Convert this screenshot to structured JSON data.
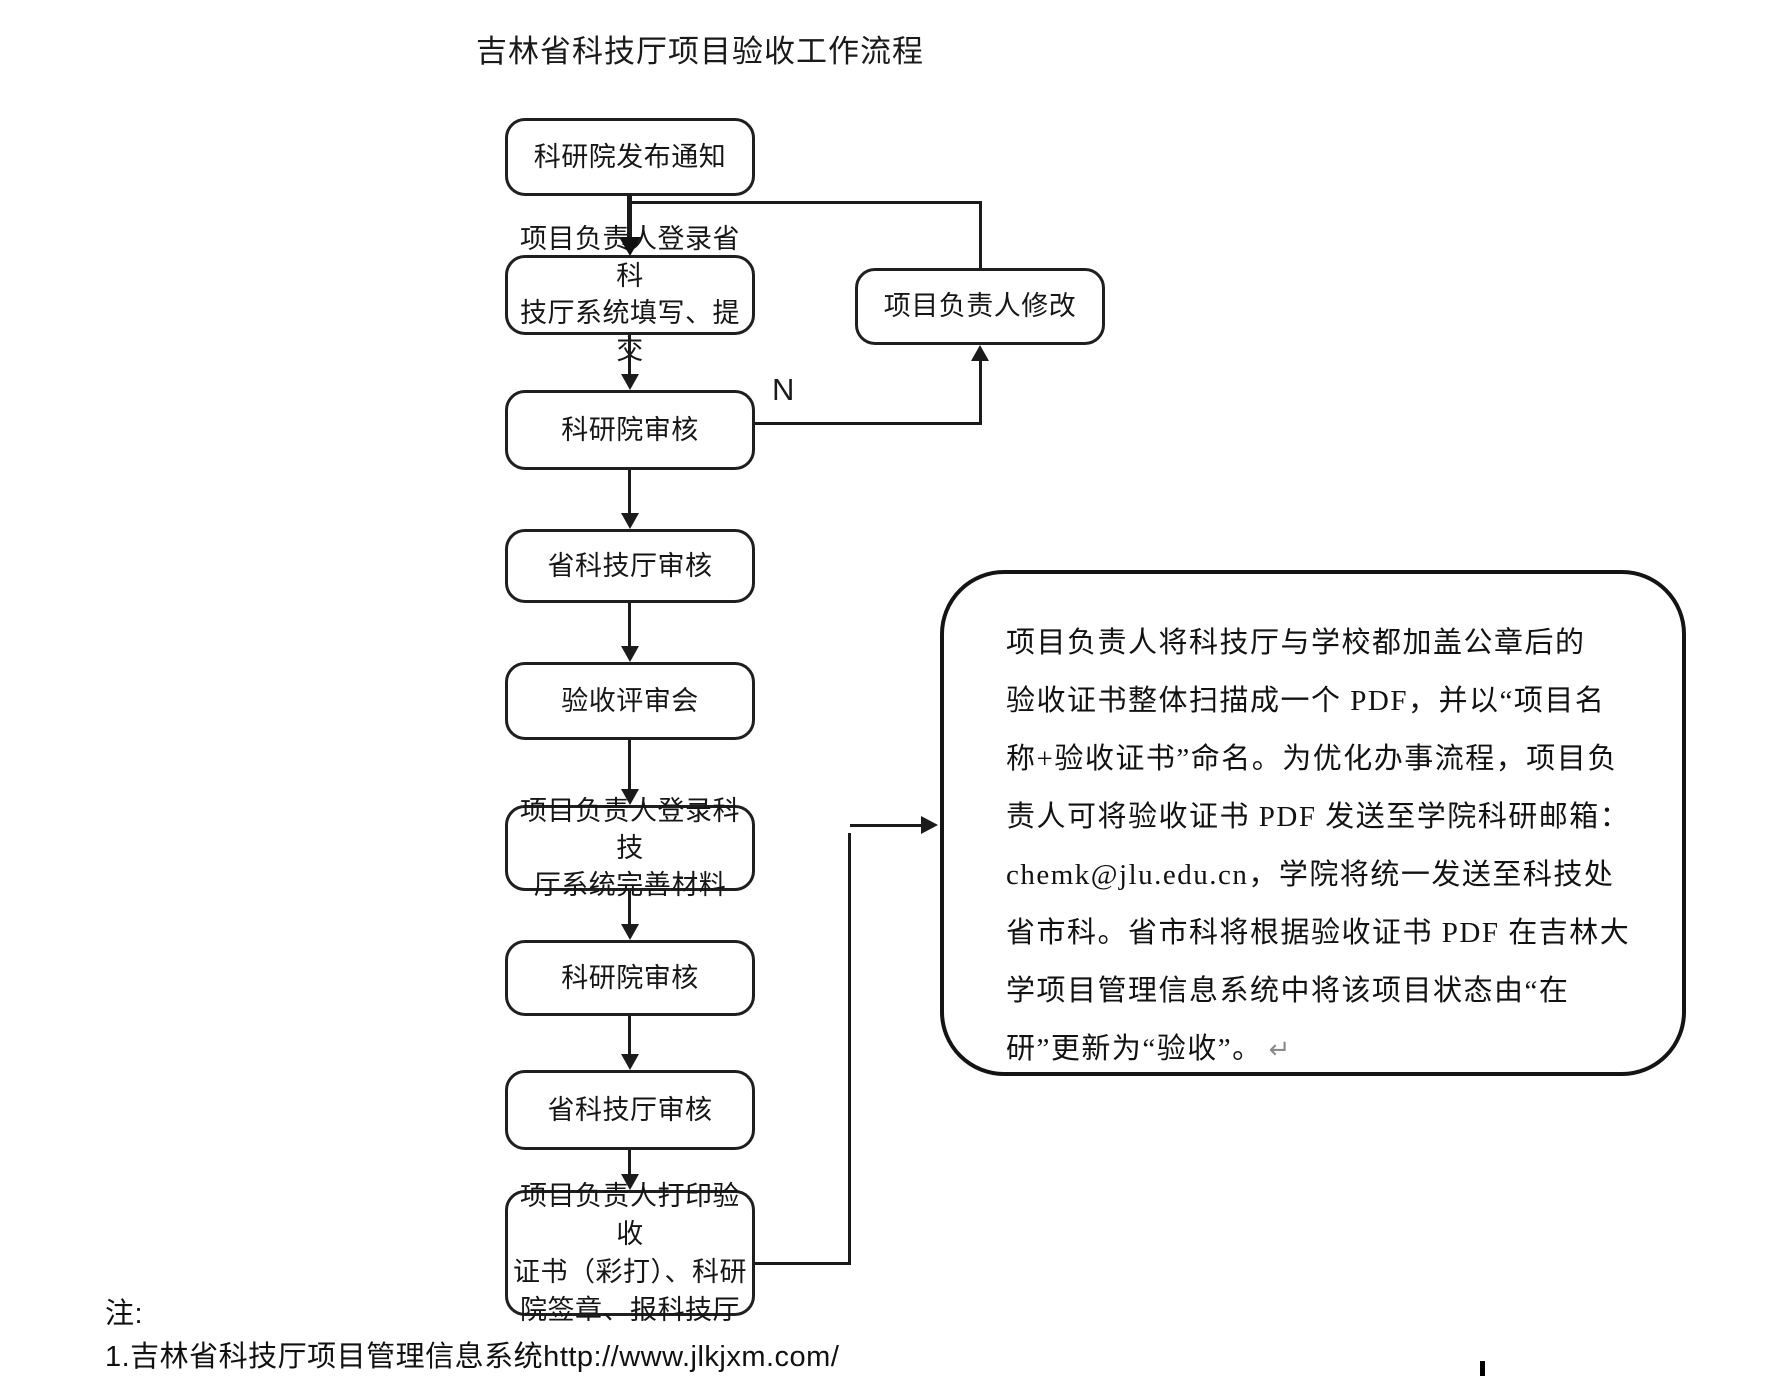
{
  "title": "吉林省科技厅项目验收工作流程",
  "flow": {
    "steps": [
      {
        "label": "科研院发布通知"
      },
      {
        "label": "项目负责人登录省科\n技厅系统填写、提交"
      },
      {
        "label": "科研院审核"
      },
      {
        "label": "省科技厅审核"
      },
      {
        "label": "验收评审会"
      },
      {
        "label": "项目负责人登录科技\n厅系统完善材料"
      },
      {
        "label": "科研院审核"
      },
      {
        "label": "省科技厅审核"
      },
      {
        "label": "项目负责人打印验收\n证书（彩打）、科研\n院签章、报科技厅"
      }
    ],
    "reject_box_label": "项目负责人修改",
    "reject_branch_label": "N"
  },
  "callout": {
    "lines": [
      "项目负责人将科技厅与学校都加盖公章后的",
      "验收证书整体扫描成一个 PDF，并以“项目名",
      "称+验收证书”命名。为优化办事流程，项目负",
      "责人可将验收证书 PDF 发送至学院科研邮箱：",
      "chemk@jlu.edu.cn，学院将统一发送至科技处",
      "省市科。省市科将根据验收证书 PDF 在吉林大",
      "学项目管理信息系统中将该项目状态由“在",
      "研”更新为“验收”。"
    ],
    "return_mark": "↵"
  },
  "notes": {
    "heading": "注:",
    "line1": "1.吉林省科技厅项目管理信息系统http://www.jlkjxm.com/"
  }
}
